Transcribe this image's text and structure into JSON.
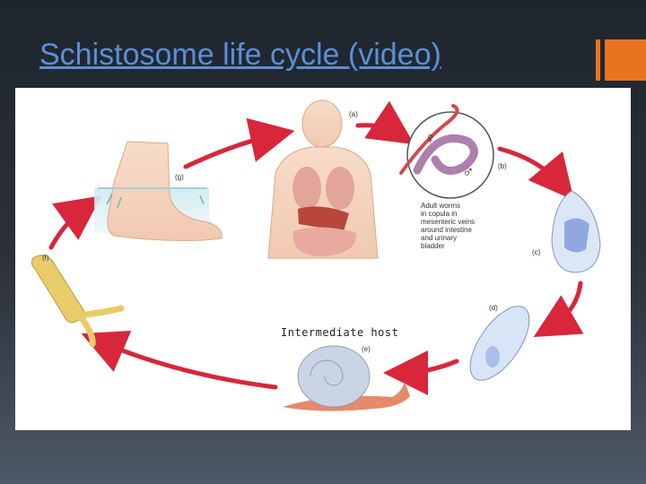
{
  "slide": {
    "title": "Schistosome life cycle (video)",
    "accent_color": "#e8741f",
    "title_color": "#5b8fd8"
  },
  "figure": {
    "stages": [
      {
        "label": "(a)"
      },
      {
        "label": "(b)"
      },
      {
        "label": "(c)"
      },
      {
        "label": "(d)"
      },
      {
        "label": "(e)"
      },
      {
        "label": "(f)"
      },
      {
        "label": "(g)"
      }
    ],
    "adult_worms_text": [
      "Adult worms",
      "in copula in",
      "mesenteric veins",
      "around intestine",
      "and urinary",
      "bladder"
    ],
    "male_symbol": "♂",
    "female_symbol": "♀",
    "intermediate_host_label": "Intermediate host",
    "arrow_color": "#d8263a"
  }
}
